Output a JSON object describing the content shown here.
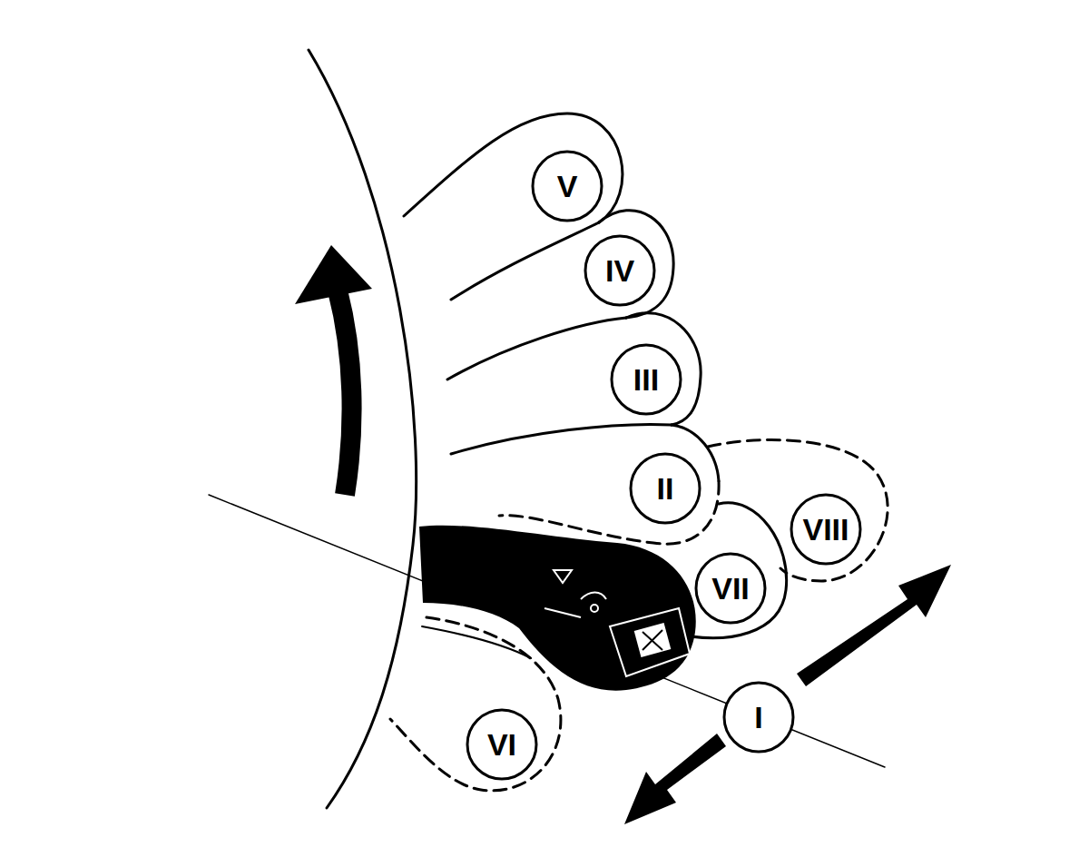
{
  "diagram": {
    "nodes": [
      {
        "text": [
          "V"
        ]
      },
      {
        "text": [
          "IV"
        ]
      },
      {
        "text": [
          "III"
        ]
      },
      {
        "text": [
          "II"
        ]
      },
      {
        "text": [
          "VIII"
        ]
      },
      {
        "text": [
          "VII"
        ]
      },
      {
        "text": [
          "I"
        ]
      },
      {
        "text": [
          "VI"
        ]
      }
    ]
  }
}
